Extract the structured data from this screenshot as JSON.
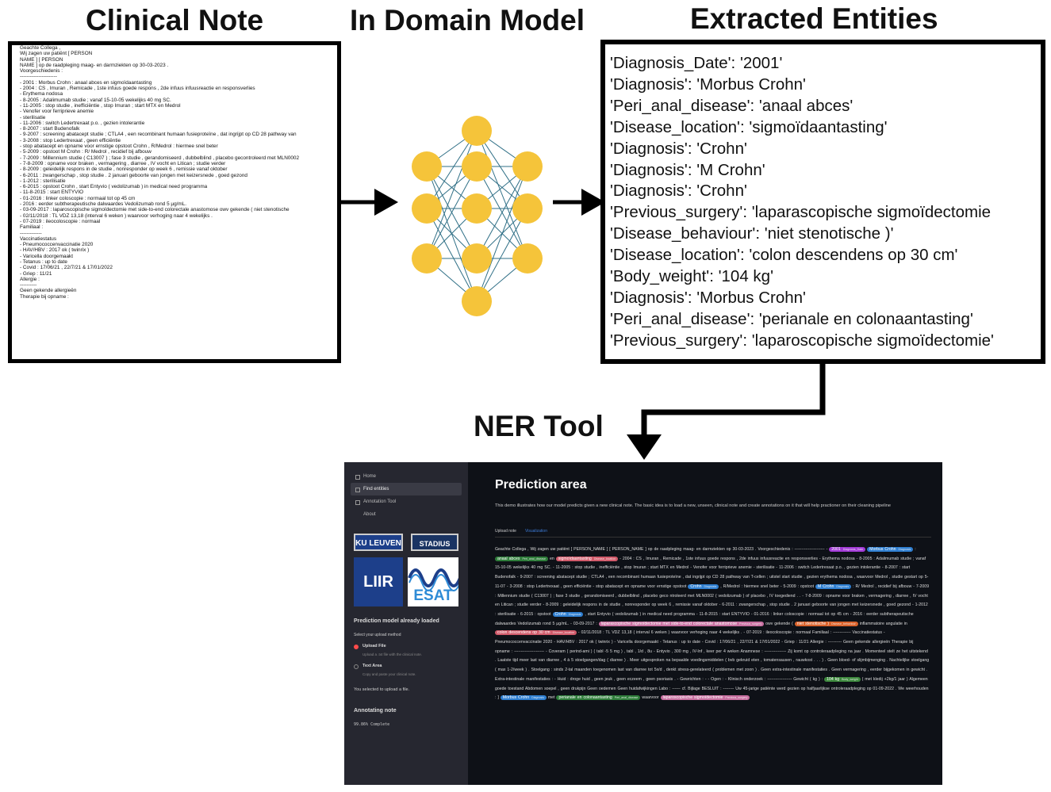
{
  "titles": {
    "clinical_note": "Clinical Note",
    "model": "In Domain Model",
    "entities": "Extracted Entities",
    "ner_tool": "NER Tool"
  },
  "clinical_note_lines": [
    "Geachte Collega ,",
    "Wij zagen uw patiënt [ PERSON",
    "NAME ] [ PERSON",
    "NAME ] op de raadpleging maag- en darmziekten op 30-03-2023 .",
    "Voorgeschiedenis :",
    "----------------------",
    "- 2001 : Morbus Crohn : anaal abces en sigmoïdaantasting",
    "- 2004 : CS , Imuran , Remicade , 1ste infuus goede respons , 2de infuus infuusreactie en responsverlies",
    "- Erythema nodosa",
    "- 8-2005 : Adalimumab studie ; vanaf 15-10-05 wekelijks 40 mg SC.",
    "- 11-2005 : stop studie , inefficiëntie , stop Imuran ; start MTX en Medrol",
    "- Venofer voor ferriprieve anemie",
    "- sterilisatie",
    "- 11-2006 : switch Ledertrexaat p.o. , gezien intolerantie",
    "- 8-2007 : start Budenofalk",
    "- 9-2007 : screening abatacept studie ; CTLA4 , een recombinant humaan fusieproteïne , dat ingrijpt op CD 28 pathway van",
    "- 3-2008 : stop Ledertrexaat , geen efficiëntie",
    "- stop abatacept en opname voor ernstige opstoot Crohn , R/Medrol : hiermee snel beter",
    "- 5-2009 : opstoot M Crohn : R/ Medrol , recidief bij afbouw",
    "- 7-2009 : Millennium studie ( C13007 ) ; fase 3 studie , gerandomiseerd , dubbelblind , placebo gecontroleerd met MLN0002",
    "- 7-8-2009 : opname voor braken , vermagering , diarree , IV vocht en Litican ; studie verder",
    "- 8-2009 : geleidelijk respons in de studie , nonresponder op week 6 , remissie vanaf oktober",
    "- 6-2011 : zwangerschap , stop studie . 2 januari geboorte van jongen met keizersnede , goed gezond",
    "- 1-2012 : sterilisatie",
    "- 6-2015 : opstoot Crohn , start Entyvio ( vedolizumab ) in medical need programma",
    "- 11-8-2015 : start ENTYVIO",
    "- 01-2016 : linker coloscopie : normaal tot op 45 cm",
    "- 2016 : eerder subtherapeutische dalwaardes Vedolizumab rond 5 µg/mL.",
    "- 03-09-2017 : laparoscopische sigmoïdectomie met side-to-end colorectale anastomose owv gekende ( niet stenotische",
    "- 02/11/2018 : TL VDZ 13,18 (interval 6 weken ) waarvoor verhoging naar 4 wekelijks .",
    "- 07-2019 : ileocoloscopie : normaal",
    "Familiaal :",
    "-------------",
    "Vaccinatiestatus",
    "- Pneumococcenvaccinatie 2020",
    "- HAV/HBV : 2017 ok ( twinrix )",
    "- Varicella doorgemaakt",
    "- Tetanus : up to date",
    "- Covid : 17/06/21 , 22/7/21 & 17/01/2022",
    "- Griep : 11/21",
    "Allergie :",
    "----------",
    "Geen gekende allergieën",
    "Therapie bij opname :"
  ],
  "extracted_entities": [
    "'Diagnosis_Date': '2001'",
    "'Diagnosis': 'Morbus Crohn'",
    "'Peri_anal_disease': 'anaal abces'",
    "'Disease_location': 'sigmoïdaantasting'",
    "'Diagnosis': 'Crohn'",
    "'Diagnosis': 'M Crohn'",
    "'Diagnosis': 'Crohn'",
    "'Previous_surgery': 'laparascopische sigmoïdectomie",
    "'Disease_behaviour': 'niet stenotische )'",
    "'Disease_location': 'colon descendens op 30 cm'",
    "'Body_weight': '104 kg'",
    "'Diagnosis': 'Morbus Crohn'",
    "'Peri_anal_disease': 'perianale en colonaantasting'",
    "'Previous_surgery': 'laparoscopische sigmoïdectomie'"
  ],
  "ner_tool": {
    "sidebar": {
      "nav": [
        "Home",
        "Find entities",
        "Annotation Tool",
        "About"
      ],
      "logos": {
        "ku": "KU LEUVEN",
        "stadius": "STADIUS",
        "liir": "LIIR",
        "esat": "ESAT"
      },
      "model_status": "Prediction model already loaded",
      "upload_method_label": "Select your upload method",
      "options": [
        {
          "label": "Upload File",
          "hint": "Upload a .txt file with the clinical note."
        },
        {
          "label": "Text Area",
          "hint": "Copy and paste your clinical note."
        }
      ],
      "selected_msg": "You selected to upload a file.",
      "annotating_title": "Annotating note",
      "progress_text": "99.86% Complete"
    },
    "main": {
      "title": "Prediction area",
      "description": "This demo illustrates how our model predicts given a new clinical note. The basic idea is to load a new, unseen, clinical note and create annotations on it that will help practioner on their cleaning pipeline",
      "tabs": [
        "Upload note",
        "Visualization"
      ],
      "annotated_segments": [
        {
          "t": "Geachte Collega , Wij zagen uw patiënt [ PERSON_NAME ] [ PERSON_NAME ] op de raadpleging maag- en darmziekten op 30-03-2023 . Voorgeschiedenis : ---------------------- - "
        },
        {
          "t": "2001",
          "l": "Diagnosis_Date",
          "c": "#a23ad6"
        },
        {
          "t": " "
        },
        {
          "t": "Morbus Crohn",
          "l": "Diagnosis",
          "c": "#2f7fd1"
        },
        {
          "t": " : "
        },
        {
          "t": "anaal abces",
          "l": "Peri_anal_disease",
          "c": "#2e7d3a"
        },
        {
          "t": " en "
        },
        {
          "t": "sigmoïdaantasting",
          "l": "Disease_location",
          "c": "#d05a6a"
        },
        {
          "t": " - 2004 : CS , Imuran , Remicade , 1ste infuus goede respons , 2de infuus infuusreactie en responsverlies - Erythema nodosa - 8-2005 : Adalimumab studie ; vanaf 15-10-05 wekelijks 40 mg SC. - 11-2005 : stop studie , inefficiëntie , stop Imuran ; start MTX en Medrol - Venofer voor ferriprieve anemie - sterilisatie - 11-2006 : switch Ledertrexaat p.o. , gezien intolerantie - 8-2007 : start Budenofalk - 9-2007 : screening abatacept studie ; CTLA4 , een recombinant humaan fusieproteïne , dat ingrijpt op CD 28 pathway van T-cellen ; uitstel start studie , gezien erythema nodosa , waarvoor Medrol , studie gestart op 5-11-07 - 3-2008 : stop Ledertrexaat , geen efficiëntie - stop abatacept en opname voor ernstige opstoot "
        },
        {
          "t": "Crohn",
          "l": "Diagnosis",
          "c": "#2f7fd1"
        },
        {
          "t": " , R/Medrol : hiermee snel beter - 5-2009 : opstoot "
        },
        {
          "t": "M Crohn",
          "l": "Diagnosis",
          "c": "#2f7fd1"
        },
        {
          "t": " : R/ Medrol , recidief bij afbouw - 7-2009 : Millennium studie ( C13007 ) ; fase 3 studie , gerandomiseerd , dubbelblind , placebo geco ntroleerd met MLN0002 ( vedolizumab ) of placebo , IV toegediend . . - 7-8-2009 : opname voor braken , vermagering , diarree , IV vocht en Litican ; studie verder - 8-2009 : geleidelijk respons in de studie , nonresponder op week 6 , remissie vanaf oktober - 6-2011 : zwangerschap , stop studie . 2 januari geboorte van jongen met keizersnede , goed gezond - 1-2012 : sterilisatie - 6-2015 : opstoot "
        },
        {
          "t": "Crohn",
          "l": "Diagnosis",
          "c": "#2f7fd1"
        },
        {
          "t": " , start Entyvio ( vedolizumab ) in medical need programma - 11-8-2015 : start ENTYVIO - 01-2016 : linker coloscopie : normaal tot op 45 cm - 2016 : eerder subtherapeutische dalwaardes Vedolizumab rond 5 µg/mL. - 03-09-2017 : "
        },
        {
          "t": "laparascopische sigmoïdectomie met side-to-end colorectale anastomose",
          "l": "Previous_surgery",
          "c": "#c76fa0"
        },
        {
          "t": " owv gekende ( "
        },
        {
          "t": "niet stenotische )",
          "l": "Disease_behaviour",
          "c": "#d9622b"
        },
        {
          "t": " inflammatoire angulatie in "
        },
        {
          "t": "colon descendens op 30 cm",
          "l": "Disease_location",
          "c": "#d05a6a"
        },
        {
          "t": " - 02/11/2018 : TL VDZ 13,18 ( interval 6 weken ) waarvoor verhoging naar 4 wekelijks . - 07-2019 : ileocoloscopie : normaal Familiaal : ------------- Vaccinatiestatus - Pneumococcenvaccinatie 2020 - HAV/HBV : 2017 ok ( twinrix ) - Varicella doorgemaakt - Tetanus : up to date - Covid : 17/06/21 , 22/7/21 & 17/01/2022 - Griep : 11/21 Allergie : ---------- Geen gekende allergieën Therapie bij opname : ---------------------- - Coveram ( perind-ami ) ( tabl -5 5 mg ) , tabl , 1/d , 8u - Entyvio , 300 mg , IV-Inf , keer per 4 weken Anamnese : ---------------- Zij komt op controleraadpleging na jaar . Momenteel stelt ze het uitstekend . Laatste tijd meer last van diarree , 4 à 5 stoelgangen/dag ( diarree ) . Meer uitgesproken na bepaalde voedingsmiddelen ( bvb gekruid eten , tomatensausen , rauwkost . . . ) . Geen bloed- of slijmbijmenging . Nachtelijke stoelgang ( max 1-2/week ) . Stoelgang : sinds 2-tal maanden toegenomen last van diarree tot 5x/d , denkt stress-gerelateerd ( problemen met zoon ) . Geen extra-intestinale manifestaties . Geen vermagering , eerder bijgekomen in gewicht . Extra-intestinale manifestaties : - Huid : droge huid , geen jeuk , geen eczeem , geen psoriasis . - Gewrichten : - - Ogen : - Klinisch onderzoek : ------------------ Gewicht ( kg ) : "
        },
        {
          "t": "104 kg",
          "l": "Body_weight",
          "c": "#3e8a3e"
        },
        {
          "t": " ( met kledij +2kg/1 jaar ) Algemeen goede toestand Abdomen soepel , geen drukpijn Geen oedemen Geen huidafwijkingen Labo : ------ cf. Bijlage BESLUIT : -------- Uw 45-jarige patiënte werd gezien op halfjaarlijkse ontroleraadpleging op 01-09-2022 . We weerhouden : ] "
        },
        {
          "t": "Morbus Crohn",
          "l": "Diagnosis",
          "c": "#2f7fd1"
        },
        {
          "t": " met "
        },
        {
          "t": "perianale en colonaantasting",
          "l": "Peri_anal_disease",
          "c": "#2e7d3a"
        },
        {
          "t": " waarvoor "
        },
        {
          "t": "laparoscopische sigmoïdectomie",
          "l": "Previous_surgery",
          "c": "#c76fa0"
        }
      ]
    }
  }
}
